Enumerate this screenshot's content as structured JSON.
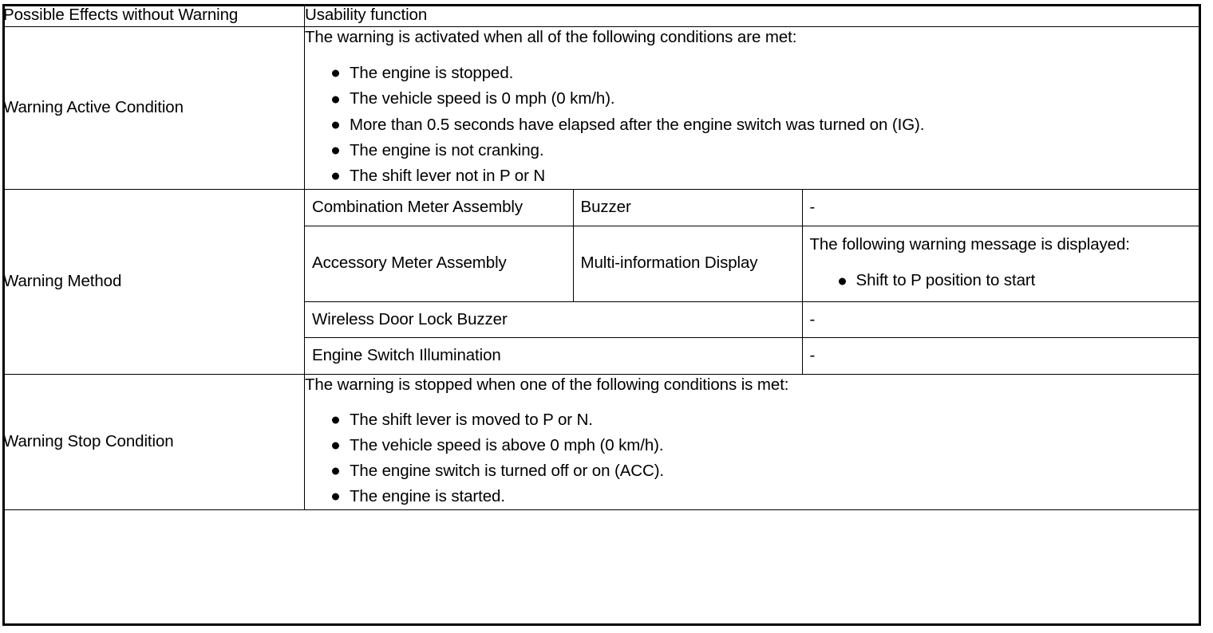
{
  "table": {
    "rows": [
      {
        "label": "Possible Effects without Warning",
        "value": "Usability function"
      },
      {
        "label": "Warning Active Condition",
        "intro": "The warning is activated when all of the following conditions are met:",
        "bullets": [
          "The engine is stopped.",
          "The vehicle speed is 0 mph (0 km/h).",
          "More than 0.5 seconds have elapsed after the engine switch was turned on (IG).",
          "The engine is not cranking.",
          "The shift lever not in P or N"
        ]
      },
      {
        "label": "Warning Method",
        "method_rows": [
          {
            "component": "Combination Meter Assembly",
            "device": "Buzzer",
            "detail": "-"
          },
          {
            "component": "Accessory Meter Assembly",
            "device": "Multi-information Display",
            "detail_intro": "The following warning message is displayed:",
            "detail_bullets": [
              "Shift to P position to start"
            ]
          },
          {
            "component_wide": "Wireless Door Lock Buzzer",
            "detail": "-"
          },
          {
            "component_wide": "Engine Switch Illumination",
            "detail": "-"
          }
        ]
      },
      {
        "label": "Warning Stop Condition",
        "intro": "The warning is stopped when one of the following conditions is met:",
        "bullets": [
          "The shift lever is moved to P or N.",
          "The vehicle speed is above 0 mph (0 km/h).",
          "The engine switch is turned off or on (ACC).",
          "The engine is started."
        ]
      }
    ]
  },
  "colors": {
    "border": "#000000",
    "text": "#000000",
    "background": "#ffffff"
  }
}
